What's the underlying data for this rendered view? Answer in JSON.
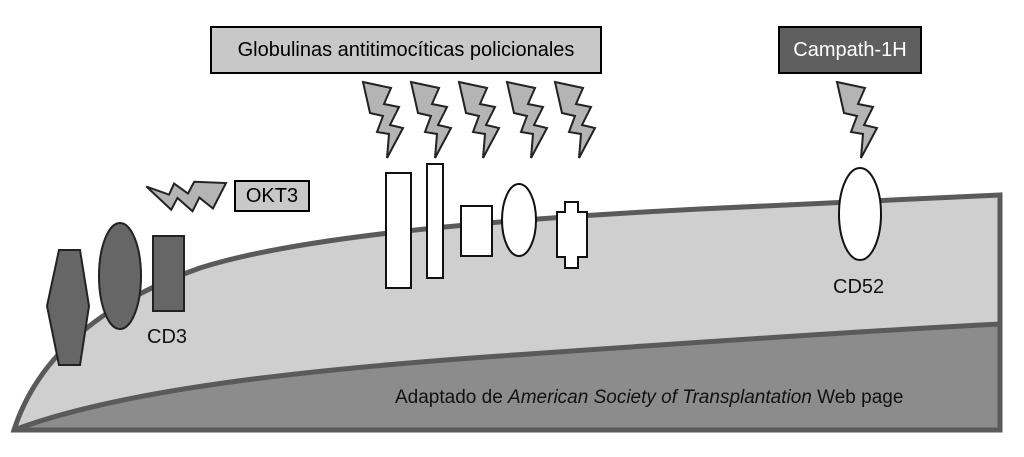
{
  "labels": {
    "globulins": "Globulinas antitimocíticas policionales",
    "campath": "Campath-1H",
    "okt3": "OKT3",
    "cd3": "CD3",
    "cd52": "CD52"
  },
  "credit": {
    "prefix": "Adaptado de ",
    "source": "American Society of Transplantation",
    "suffix": " Web page"
  },
  "colors": {
    "membrane_light": "#cfcfcf",
    "cell_interior": "#8c8c8c",
    "outline": "#5a5a5a",
    "dark_molecule": "#666666",
    "lightning": "#b4b4b4"
  }
}
